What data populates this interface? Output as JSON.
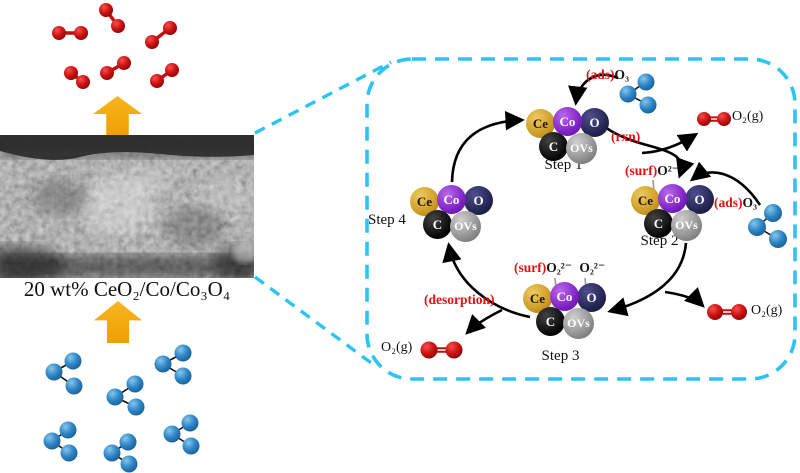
{
  "title": "20 wt% CeO₂/Co/Co₃O₄",
  "cluster_atoms": [
    "Ce",
    "Co",
    "O",
    "C",
    "OVs"
  ],
  "cycle": {
    "steps": [
      {
        "label": "Step 1"
      },
      {
        "label": "Step 2"
      },
      {
        "label": "Step 3"
      },
      {
        "label": "Step 4"
      }
    ],
    "annotations": {
      "ads_prefix": "(ads)",
      "ads_formula": "O₃",
      "rxn": "(rxn)",
      "surf_prefix": "(surf)",
      "surf_formula_step2": "O²⁻",
      "surf_formula_step3a": "O₂²⁻",
      "surf_formula_step3b": "O₂²⁻",
      "desorption": "(desorption)",
      "o2_gas": "O₂(g)"
    }
  },
  "colors": {
    "callout_box_cyan": "#2bc4f3",
    "block_arrow_yellow": "#f0a202",
    "o2_molecule_red": "#cc1414",
    "o3_molecule_blue": "#2e86c8",
    "annotation_red": "#e41111",
    "atom_ce_gold": "#cc9a24",
    "atom_co_purple": "#7d20c6",
    "atom_o_navy": "#242451",
    "atom_c_black": "#070707",
    "atom_ovs_gray": "#909090"
  }
}
